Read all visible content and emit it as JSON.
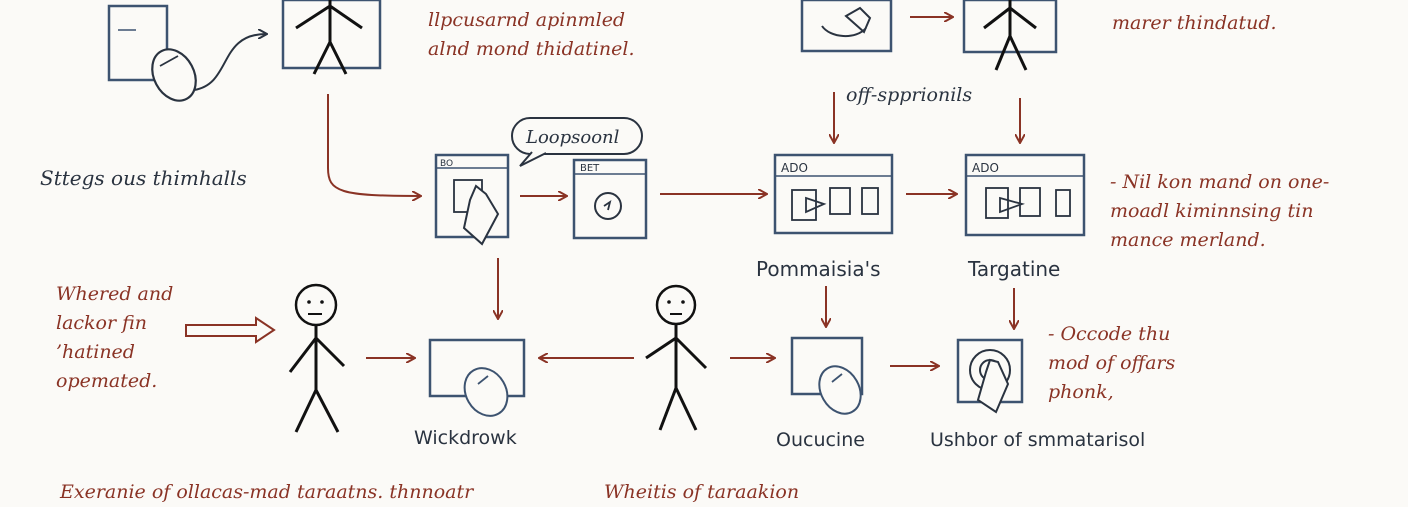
{
  "colors": {
    "ink": "#2a3340",
    "frame": "#3d5370",
    "accent": "#8a3325",
    "paper": "#fbfaf7"
  },
  "notes": {
    "top_center": [
      "llpcusarnd apinmled",
      "alnd mond thidatinel."
    ],
    "top_right": "marer thindatud.",
    "left": "Sttegs ous thimhalls",
    "offs": "off-spprionils",
    "speech": "Loopsoonl",
    "right_mid": [
      "- Nil kon mand on one-",
      "moadl kiminnsing tin",
      "mance merland."
    ],
    "left_bottom": [
      "Whered and",
      "lackor fin",
      "’hatined",
      "opemated."
    ],
    "right_bottom": [
      "- Occode thu",
      "mod of offars",
      "phonk,"
    ],
    "bottom_left": "Exeranie of ollacas-mad taraatns. thnnoatr",
    "bottom_mid": "Wheitis of taraakion"
  },
  "labels": {
    "window_a": "BO",
    "window_b": "BET",
    "window_c": "ADO",
    "window_d": "ADO",
    "pommanaisias": "Pommaisia's",
    "targatine": "Targatine",
    "wickdrowk": "Wickdrowk",
    "oucucine": "Oucucine",
    "ushbor": "Ushbor of smmatarisol"
  }
}
